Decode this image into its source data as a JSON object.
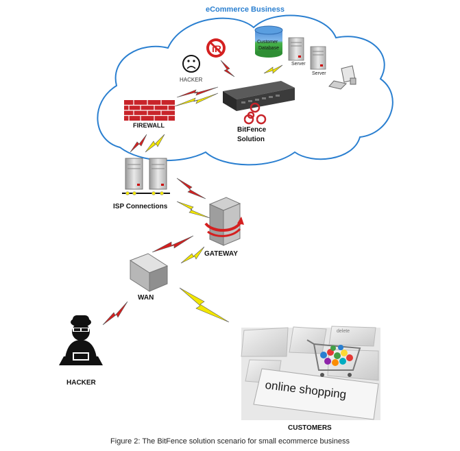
{
  "diagram": {
    "cloud_title": "eCommerce Business",
    "nodes": {
      "firewall": "FIREWALL",
      "hacker_in_cloud": "HACKER",
      "bitfence_line1": "BitFence",
      "bitfence_line2": "Solution",
      "server_1": "Server",
      "server_2": "Server",
      "database_line1": "Customer",
      "database_line2": "Database",
      "isp": "ISP Connections",
      "gateway": "GATEWAY",
      "wan": "WAN",
      "hacker": "HACKER",
      "customers": "CUSTOMERS"
    },
    "keyboard": {
      "key_text": "online shopping",
      "delete_key": "delete"
    },
    "caption": "Figure 2: The BitFence solution scenario for small ecommerce business",
    "colors": {
      "cloud_title": "#2a7fd0",
      "attack_bolt": "#d42020",
      "legit_bolt": "#f2e600",
      "firewall_brick": "#c8242a"
    }
  }
}
